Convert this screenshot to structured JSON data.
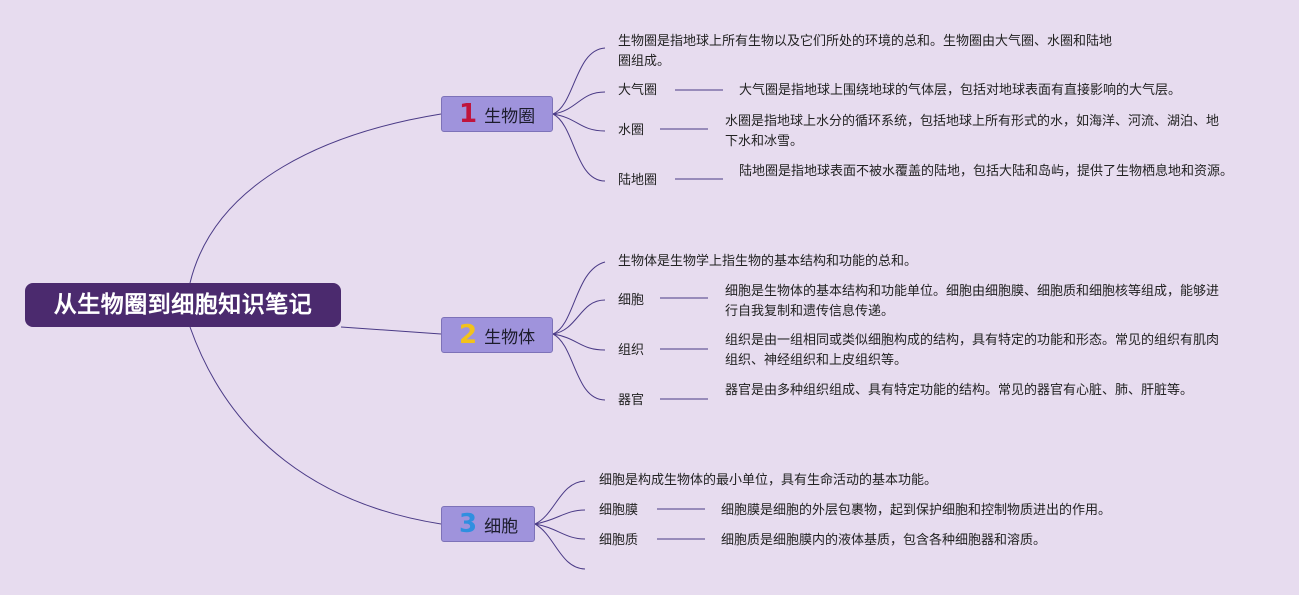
{
  "root": {
    "title": "从生物圈到细胞知识笔记"
  },
  "branches": [
    {
      "number": "1",
      "number_color": "#c0143c",
      "label": "生物圈",
      "intro": "生物圈是指地球上所有生物以及它们所处的环境的总和。生物圈由大气圈、水圈和陆地圈组成。",
      "items": [
        {
          "term": "大气圈",
          "desc": "大气圈是指地球上围绕地球的气体层，包括对地球表面有直接影响的大气层。"
        },
        {
          "term": "水圈",
          "desc": "水圈是指地球上水分的循环系统，包括地球上所有形式的水，如海洋、河流、湖泊、地下水和冰雪。"
        },
        {
          "term": "陆地圈",
          "desc": "陆地圈是指地球表面不被水覆盖的陆地，包括大陆和岛屿，提供了生物栖息地和资源。"
        }
      ]
    },
    {
      "number": "2",
      "number_color": "#f2c21b",
      "label": "生物体",
      "intro": "生物体是生物学上指生物的基本结构和功能的总和。",
      "items": [
        {
          "term": "细胞",
          "desc": "细胞是生物体的基本结构和功能单位。细胞由细胞膜、细胞质和细胞核等组成，能够进行自我复制和遗传信息传递。"
        },
        {
          "term": "组织",
          "desc": "组织是由一组相同或类似细胞构成的结构，具有特定的功能和形态。常见的组织有肌肉组织、神经组织和上皮组织等。"
        },
        {
          "term": "器官",
          "desc": "器官是由多种组织组成、具有特定功能的结构。常见的器官有心脏、肺、肝脏等。"
        }
      ]
    },
    {
      "number": "3",
      "number_color": "#2f8fe0",
      "label": "细胞",
      "intro": "细胞是构成生物体的最小单位，具有生命活动的基本功能。",
      "items": [
        {
          "term": "细胞膜",
          "desc": "细胞膜是细胞的外层包裹物，起到保护细胞和控制物质进出的作用。"
        },
        {
          "term": "细胞质",
          "desc": "细胞质是细胞膜内的液体基质，包含各种细胞器和溶质。"
        }
      ]
    }
  ],
  "colors": {
    "background": "#e7dcef",
    "root": "#4b2a6e",
    "branch": "#9f93dc",
    "connector": "#4a3a86"
  }
}
